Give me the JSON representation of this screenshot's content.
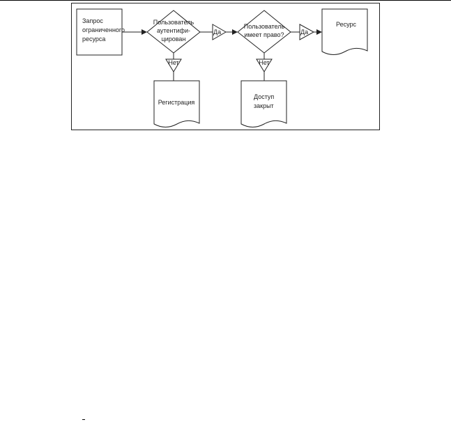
{
  "flowchart": {
    "nodes": {
      "request": {
        "lines": [
          "Запрос",
          "ограниченного",
          "ресурса"
        ]
      },
      "auth_check": {
        "lines": [
          "Пользователь",
          "аутентифи-",
          "цирован"
        ]
      },
      "rights_check": {
        "lines": [
          "Пользователь",
          "имеет право?"
        ]
      },
      "resource": {
        "lines": [
          "Ресурс"
        ]
      },
      "registration": {
        "lines": [
          "Регистрация"
        ]
      },
      "access_denied": {
        "lines": [
          "Доступ",
          "закрыт"
        ]
      }
    },
    "branches": {
      "auth_yes": "Да",
      "auth_no": "Нет",
      "rights_yes": "Да",
      "rights_no": "Нет"
    }
  }
}
